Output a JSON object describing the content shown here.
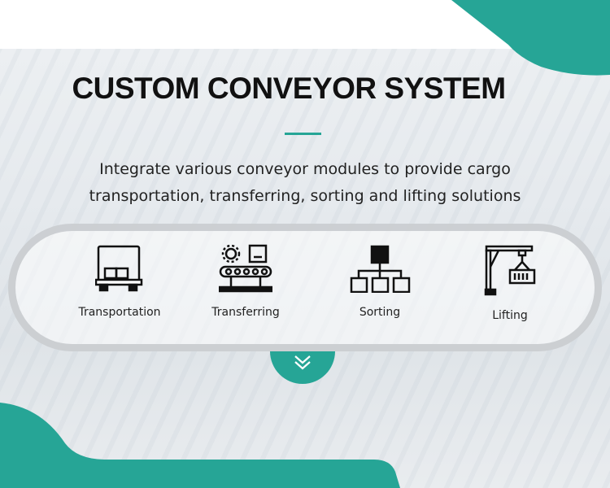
{
  "title": "CUSTOM CONVEYOR SYSTEM",
  "subtitle": [
    "Integrate various conveyor modules to provide cargo",
    "transportation, transferring, sorting and lifting solutions"
  ],
  "features": [
    {
      "label": "Transportation",
      "icon": "truck-icon"
    },
    {
      "label": "Transferring",
      "icon": "conveyor-icon"
    },
    {
      "label": "Sorting",
      "icon": "hierarchy-icon"
    },
    {
      "label": "Lifting",
      "icon": "crane-icon"
    }
  ],
  "colors": {
    "accent": "#26a596"
  }
}
